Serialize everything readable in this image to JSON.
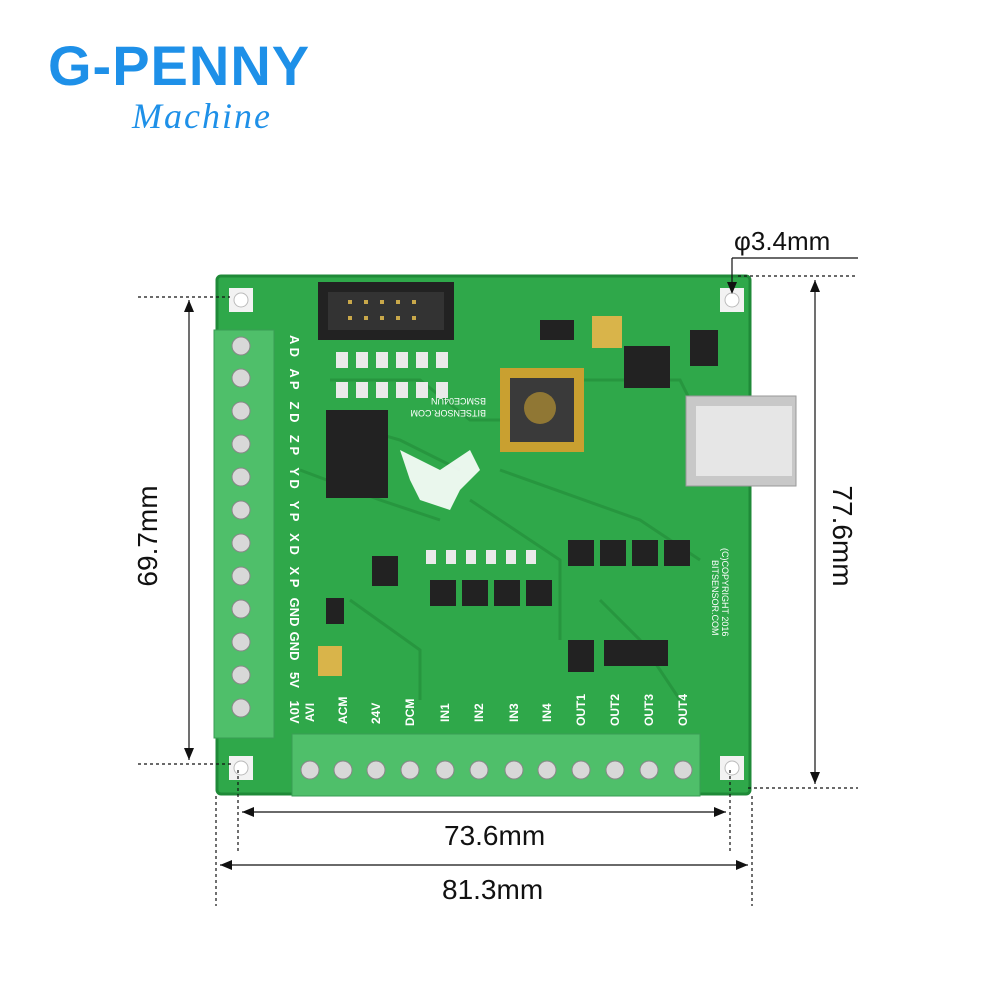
{
  "logo": {
    "brand": "G-PENNY",
    "sub": "Machine"
  },
  "dimensions": {
    "hole": "φ3.4mm",
    "height_inner": "69.7mm",
    "height_outer": "77.6mm",
    "width_inner": "73.6mm",
    "width_outer": "81.3mm"
  },
  "board": {
    "left_labels": [
      "A D",
      "A P",
      "Z D",
      "Z P",
      "Y D",
      "Y P",
      "X D",
      "X P",
      "GND",
      "GND",
      "5V",
      "10V"
    ],
    "bottom_labels": [
      "AVI",
      "ACM",
      "24V",
      "DCM",
      "IN1",
      "IN2",
      "IN3",
      "IN4",
      "OUT1",
      "OUT2",
      "OUT3",
      "OUT4"
    ],
    "silkscreen": [
      "BSMCE04UN",
      "BITSENSOR.COM",
      "BITSENSOR.COM",
      "(C)COPYRIGHT 2016"
    ]
  },
  "colors": {
    "brand": "#1e90e8",
    "pcb": "#2fa84a",
    "terminal": "#4fbf6a"
  }
}
